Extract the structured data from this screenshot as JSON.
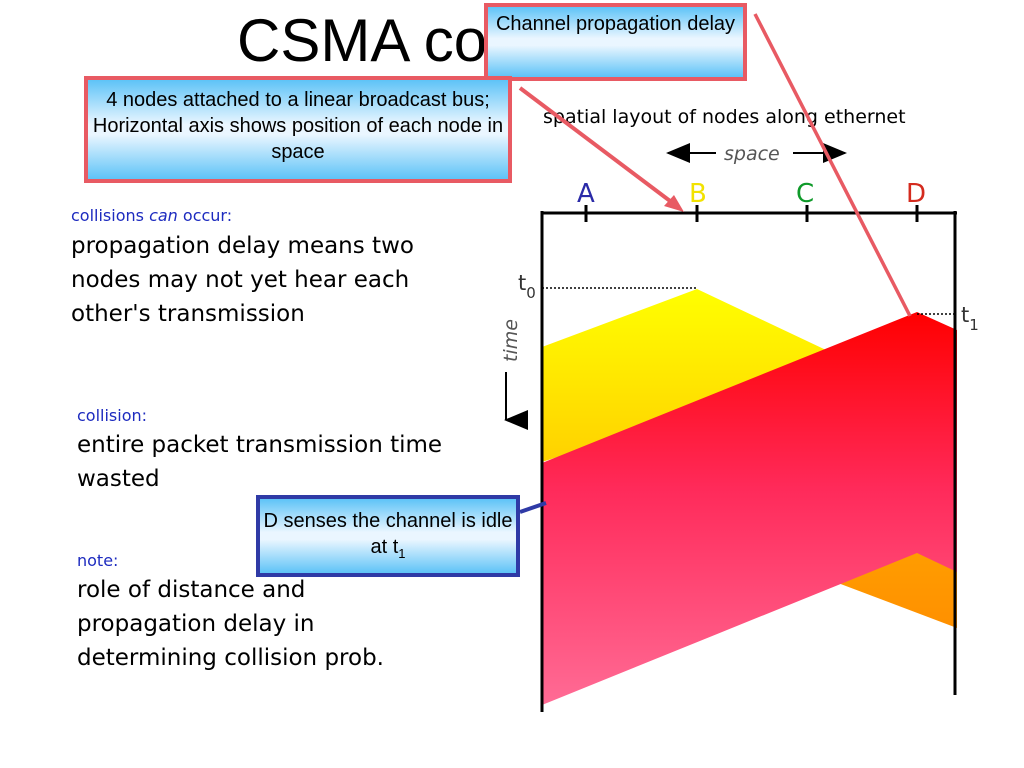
{
  "slide": {
    "title": "CSMA co",
    "spatial_caption": "spatial layout of nodes along ethernet",
    "space_label": "space",
    "time_label": "time",
    "t0_label": "t",
    "t0_sub": "0",
    "t1_label": "t",
    "t1_sub": "1"
  },
  "nodes": [
    {
      "name": "A",
      "color": "#2b2ba8"
    },
    {
      "name": "B",
      "color": "#f2e200"
    },
    {
      "name": "C",
      "color": "#0f9a2a"
    },
    {
      "name": "D",
      "color": "#d42b1e"
    }
  ],
  "callouts": {
    "propagation": "Channel propagation delay",
    "nodes": "4 nodes attached to a linear broadcast bus; Horizontal axis shows position of each node in space",
    "senses_text": "D senses the channel is idle at t",
    "senses_sub": "1"
  },
  "sections": [
    {
      "label_prefix": "collisions ",
      "label_em": "can",
      "label_suffix": " occur:",
      "text": "propagation delay means two nodes may not yet hear each other's transmission"
    },
    {
      "label": "collision:",
      "text": "entire packet transmission time wasted"
    },
    {
      "label": "note:",
      "text": "role of distance and propagation delay in determining collision prob."
    }
  ],
  "colors": {
    "callout_red_border": "#e85a63",
    "callout_blue_border": "#2f3aa6",
    "label_blue": "#1d2bbf",
    "wedge_yellow": "#ffff00",
    "wedge_orange": "#ffa000",
    "wedge_red": "#ff0000",
    "wedge_pink": "#ff6b8a"
  }
}
